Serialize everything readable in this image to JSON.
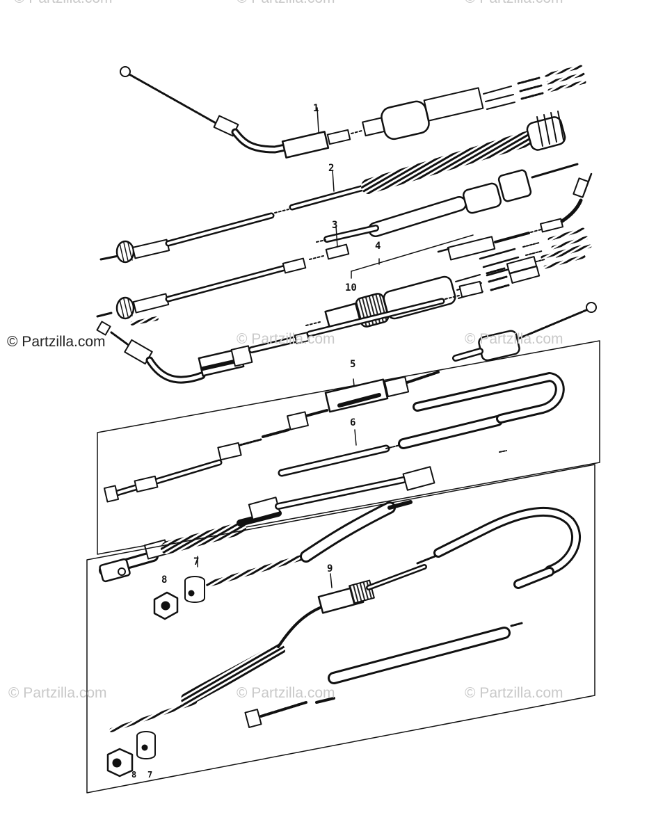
{
  "watermark_text": "© Partzilla.com",
  "parts": [
    {
      "id": "1",
      "label": "1"
    },
    {
      "id": "2",
      "label": "2"
    },
    {
      "id": "3",
      "label": "3"
    },
    {
      "id": "4",
      "label": "4"
    },
    {
      "id": "10",
      "label": "10"
    },
    {
      "id": "5",
      "label": "5"
    },
    {
      "id": "6",
      "label": "6"
    },
    {
      "id": "7a",
      "label": "7"
    },
    {
      "id": "8a",
      "label": "8"
    },
    {
      "id": "9",
      "label": "9"
    },
    {
      "id": "8b",
      "label": "8"
    },
    {
      "id": "7b",
      "label": "7"
    }
  ],
  "colors": {
    "ink": "#111111",
    "watermark": "#c9c9c9",
    "paper": "#ffffff"
  }
}
